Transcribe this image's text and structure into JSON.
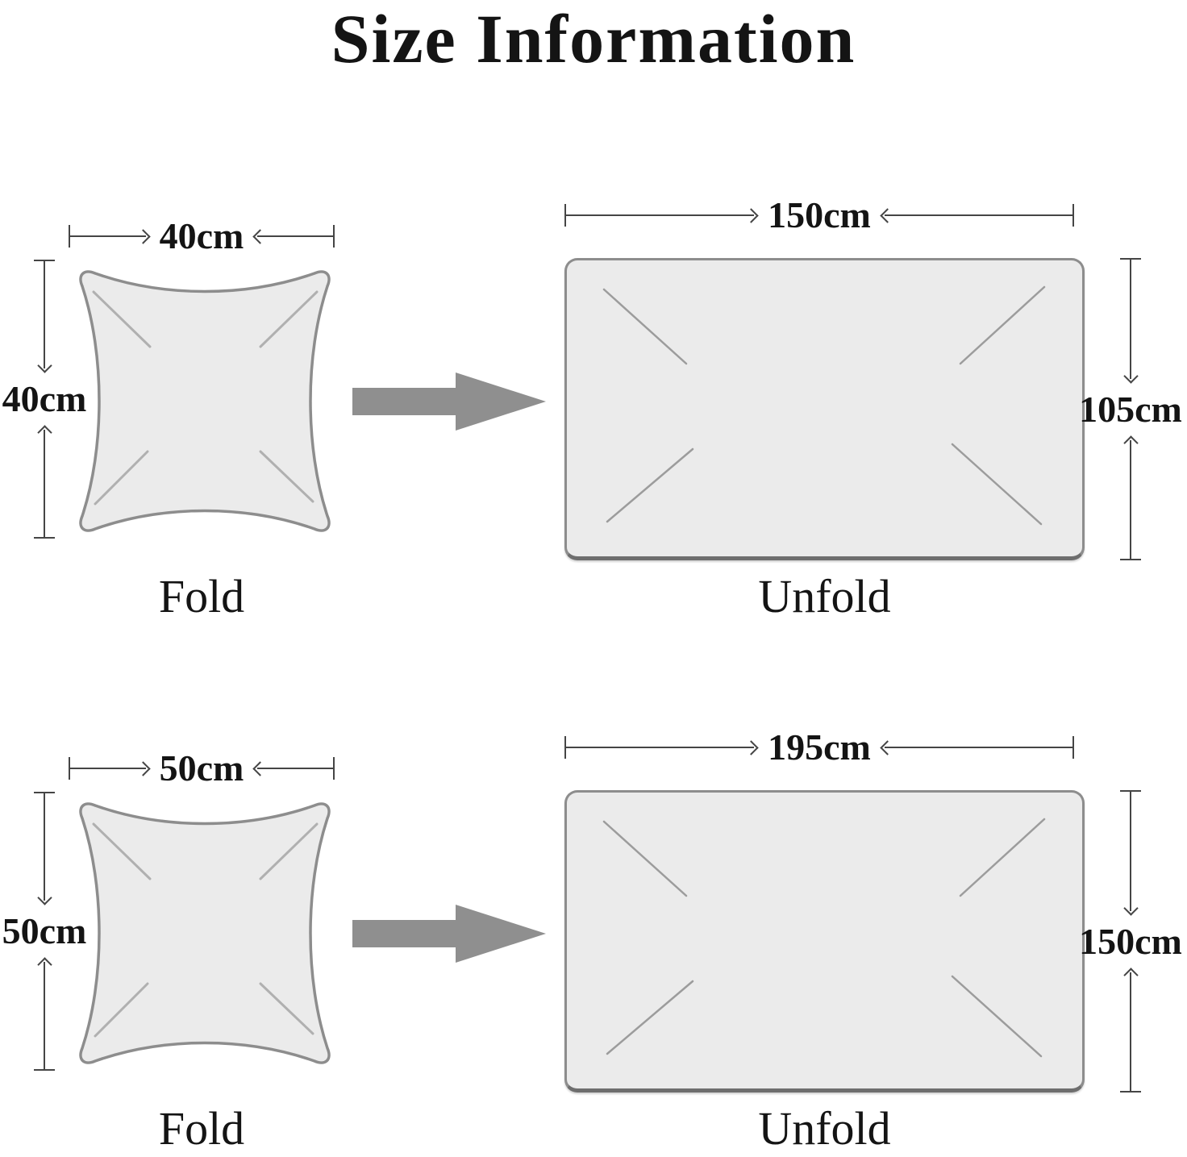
{
  "title": "Size Information",
  "colors": {
    "fillc": "#ebebeb",
    "outlinec": "#8d8d8d",
    "creasec": "#b0b0b0",
    "dimc": "#454545",
    "arrowc": "#8f8f8f",
    "textc": "#141414"
  },
  "rows": [
    {
      "fold": {
        "width_label": "40cm",
        "height_label": "40cm",
        "caption": "Fold"
      },
      "unfold": {
        "width_label": "150cm",
        "height_label": "105cm",
        "caption": "Unfold"
      }
    },
    {
      "fold": {
        "width_label": "50cm",
        "height_label": "50cm",
        "caption": "Fold"
      },
      "unfold": {
        "width_label": "195cm",
        "height_label": "150cm",
        "caption": "Unfold"
      }
    }
  ]
}
